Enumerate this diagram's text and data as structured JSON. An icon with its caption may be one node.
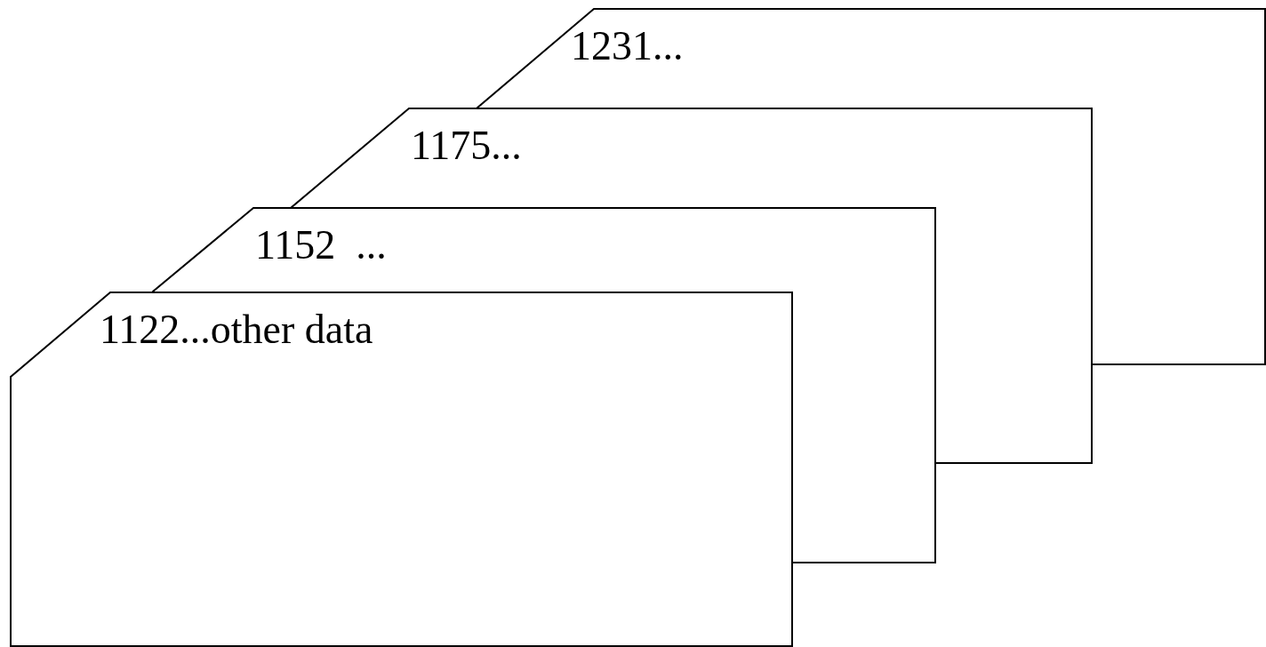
{
  "diagram": {
    "nodes": [
      {
        "text": [
          "1231..."
        ]
      },
      {
        "text": [
          "1175..."
        ]
      },
      {
        "text": [
          "1152  ..."
        ]
      },
      {
        "text": [
          "1122...other data"
        ]
      }
    ]
  }
}
